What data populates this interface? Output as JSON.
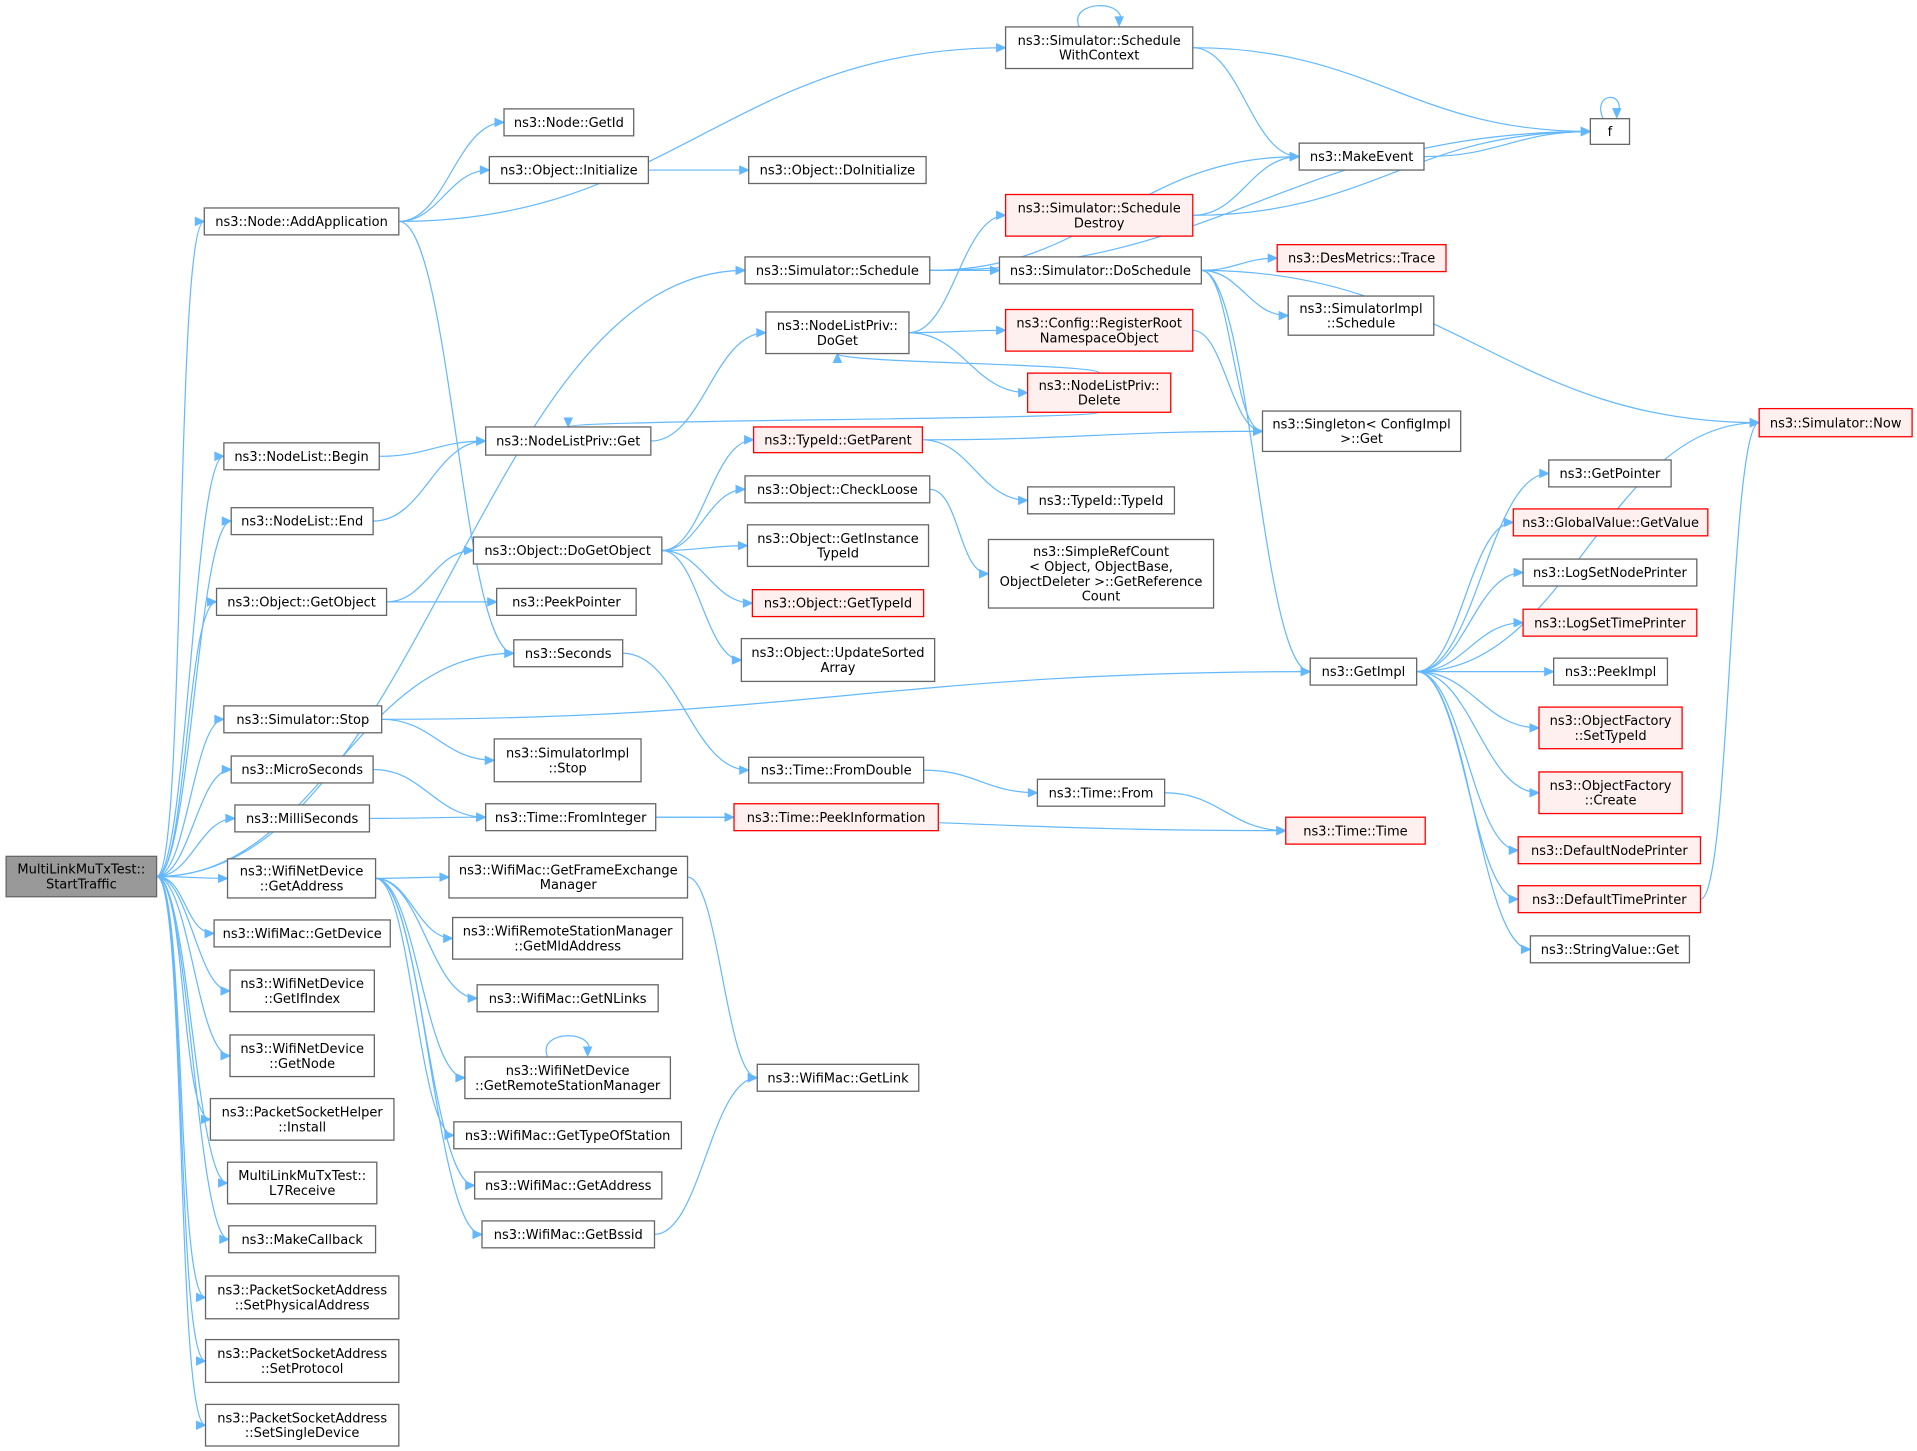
{
  "diagram": {
    "nodes": [
      {
        "id": "root",
        "lines": [
          "MultiLinkMuTxTest::",
          "StartTraffic"
        ],
        "style": "root"
      },
      {
        "id": "addapp",
        "lines": [
          "ns3::Node::AddApplication"
        ]
      },
      {
        "id": "getid",
        "lines": [
          "ns3::Node::GetId"
        ]
      },
      {
        "id": "objinit",
        "lines": [
          "ns3::Object::Initialize"
        ]
      },
      {
        "id": "objdoinit",
        "lines": [
          "ns3::Object::DoInitialize"
        ]
      },
      {
        "id": "schedctx",
        "lines": [
          "ns3::Simulator::Schedule",
          "WithContext"
        ]
      },
      {
        "id": "f",
        "lines": [
          "f"
        ]
      },
      {
        "id": "makeevent",
        "lines": [
          "ns3::MakeEvent"
        ]
      },
      {
        "id": "scheddestroy",
        "lines": [
          "ns3::Simulator::Schedule",
          "Destroy"
        ],
        "style": "red"
      },
      {
        "id": "schedule",
        "lines": [
          "ns3::Simulator::Schedule"
        ]
      },
      {
        "id": "doschedule",
        "lines": [
          "ns3::Simulator::DoSchedule"
        ]
      },
      {
        "id": "desmetrics",
        "lines": [
          "ns3::DesMetrics::Trace"
        ],
        "style": "red"
      },
      {
        "id": "simimplsched",
        "lines": [
          "ns3::SimulatorImpl",
          "::Schedule"
        ]
      },
      {
        "id": "nlpdoget",
        "lines": [
          "ns3::NodeListPriv::",
          "DoGet"
        ]
      },
      {
        "id": "cfgreg",
        "lines": [
          "ns3::Config::RegisterRoot",
          "NamespaceObject"
        ],
        "style": "red"
      },
      {
        "id": "nlpdelete",
        "lines": [
          "ns3::NodeListPriv::",
          "Delete"
        ],
        "style": "red"
      },
      {
        "id": "singleton",
        "lines": [
          "ns3::Singleton< ConfigImpl",
          ">::Get"
        ]
      },
      {
        "id": "simnow",
        "lines": [
          "ns3::Simulator::Now"
        ],
        "style": "red"
      },
      {
        "id": "nlbegin",
        "lines": [
          "ns3::NodeList::Begin"
        ]
      },
      {
        "id": "nlpget",
        "lines": [
          "ns3::NodeListPriv::Get"
        ]
      },
      {
        "id": "nlend",
        "lines": [
          "ns3::NodeList::End"
        ]
      },
      {
        "id": "typeidparent",
        "lines": [
          "ns3::TypeId::GetParent"
        ],
        "style": "red"
      },
      {
        "id": "typeidtypeid",
        "lines": [
          "ns3::TypeId::TypeId"
        ]
      },
      {
        "id": "checkloose",
        "lines": [
          "ns3::Object::CheckLoose"
        ]
      },
      {
        "id": "simplerefcount",
        "lines": [
          "ns3::SimpleRefCount",
          "< Object, ObjectBase,",
          "ObjectDeleter >::GetReference",
          "Count"
        ]
      },
      {
        "id": "dogetobject",
        "lines": [
          "ns3::Object::DoGetObject"
        ]
      },
      {
        "id": "getinsttype",
        "lines": [
          "ns3::Object::GetInstance",
          "TypeId"
        ]
      },
      {
        "id": "gettypeid",
        "lines": [
          "ns3::Object::GetTypeId"
        ],
        "style": "red"
      },
      {
        "id": "updatesorted",
        "lines": [
          "ns3::Object::UpdateSorted",
          "Array"
        ]
      },
      {
        "id": "getobject",
        "lines": [
          "ns3::Object::GetObject"
        ]
      },
      {
        "id": "peekpointer",
        "lines": [
          "ns3::PeekPointer"
        ]
      },
      {
        "id": "seconds",
        "lines": [
          "ns3::Seconds"
        ]
      },
      {
        "id": "getpointer",
        "lines": [
          "ns3::GetPointer"
        ]
      },
      {
        "id": "gvgetvalue",
        "lines": [
          "ns3::GlobalValue::GetValue"
        ],
        "style": "red"
      },
      {
        "id": "logsetnode",
        "lines": [
          "ns3::LogSetNodePrinter"
        ]
      },
      {
        "id": "logsettime",
        "lines": [
          "ns3::LogSetTimePrinter"
        ],
        "style": "red"
      },
      {
        "id": "getimpl",
        "lines": [
          "ns3::GetImpl"
        ]
      },
      {
        "id": "peekimpl",
        "lines": [
          "ns3::PeekImpl"
        ]
      },
      {
        "id": "ofsettypeid",
        "lines": [
          "ns3::ObjectFactory",
          "::SetTypeId"
        ],
        "style": "red"
      },
      {
        "id": "ofcreate",
        "lines": [
          "ns3::ObjectFactory",
          "::Create"
        ],
        "style": "red"
      },
      {
        "id": "defnodeprinter",
        "lines": [
          "ns3::DefaultNodePrinter"
        ],
        "style": "red"
      },
      {
        "id": "deftimeprinter",
        "lines": [
          "ns3::DefaultTimePrinter"
        ],
        "style": "red"
      },
      {
        "id": "strvalueget",
        "lines": [
          "ns3::StringValue::Get"
        ]
      },
      {
        "id": "simstop",
        "lines": [
          "ns3::Simulator::Stop"
        ]
      },
      {
        "id": "simimplstop",
        "lines": [
          "ns3::SimulatorImpl",
          "::Stop"
        ]
      },
      {
        "id": "fromdouble",
        "lines": [
          "ns3::Time::FromDouble"
        ]
      },
      {
        "id": "timefrom",
        "lines": [
          "ns3::Time::From"
        ]
      },
      {
        "id": "microseconds",
        "lines": [
          "ns3::MicroSeconds"
        ]
      },
      {
        "id": "milliseconds",
        "lines": [
          "ns3::MilliSeconds"
        ]
      },
      {
        "id": "frominteger",
        "lines": [
          "ns3::Time::FromInteger"
        ]
      },
      {
        "id": "peekinfo",
        "lines": [
          "ns3::Time::PeekInformation"
        ],
        "style": "red"
      },
      {
        "id": "timetime",
        "lines": [
          "ns3::Time::Time"
        ],
        "style": "red"
      },
      {
        "id": "wndgetaddr",
        "lines": [
          "ns3::WifiNetDevice",
          "::GetAddress"
        ]
      },
      {
        "id": "getfem",
        "lines": [
          "ns3::WifiMac::GetFrameExchange",
          "Manager"
        ]
      },
      {
        "id": "getmld",
        "lines": [
          "ns3::WifiRemoteStationManager",
          "::GetMldAddress"
        ]
      },
      {
        "id": "getnlinks",
        "lines": [
          "ns3::WifiMac::GetNLinks"
        ]
      },
      {
        "id": "getrsm",
        "lines": [
          "ns3::WifiNetDevice",
          "::GetRemoteStationManager"
        ]
      },
      {
        "id": "getlink",
        "lines": [
          "ns3::WifiMac::GetLink"
        ]
      },
      {
        "id": "gettos",
        "lines": [
          "ns3::WifiMac::GetTypeOfStation"
        ]
      },
      {
        "id": "macgetaddr",
        "lines": [
          "ns3::WifiMac::GetAddress"
        ]
      },
      {
        "id": "getbssid",
        "lines": [
          "ns3::WifiMac::GetBssid"
        ]
      },
      {
        "id": "macgetdevice",
        "lines": [
          "ns3::WifiMac::GetDevice"
        ]
      },
      {
        "id": "wndgetifindex",
        "lines": [
          "ns3::WifiNetDevice",
          "::GetIfIndex"
        ]
      },
      {
        "id": "wndgetnode",
        "lines": [
          "ns3::WifiNetDevice",
          "::GetNode"
        ]
      },
      {
        "id": "pshinstall",
        "lines": [
          "ns3::PacketSocketHelper",
          "::Install"
        ]
      },
      {
        "id": "l7receive",
        "lines": [
          "MultiLinkMuTxTest::",
          "L7Receive"
        ]
      },
      {
        "id": "makecallback",
        "lines": [
          "ns3::MakeCallback"
        ]
      },
      {
        "id": "psasetphys",
        "lines": [
          "ns3::PacketSocketAddress",
          "::SetPhysicalAddress"
        ]
      },
      {
        "id": "psasetproto",
        "lines": [
          "ns3::PacketSocketAddress",
          "::SetProtocol"
        ]
      },
      {
        "id": "psasetsingle",
        "lines": [
          "ns3::PacketSocketAddress",
          "::SetSingleDevice"
        ]
      }
    ],
    "edges": [
      [
        "root",
        "addapp"
      ],
      [
        "root",
        "schedule"
      ],
      [
        "root",
        "nlbegin"
      ],
      [
        "root",
        "nlend"
      ],
      [
        "root",
        "getobject"
      ],
      [
        "root",
        "seconds"
      ],
      [
        "root",
        "simstop"
      ],
      [
        "root",
        "microseconds"
      ],
      [
        "root",
        "milliseconds"
      ],
      [
        "root",
        "wndgetaddr"
      ],
      [
        "root",
        "macgetdevice"
      ],
      [
        "root",
        "wndgetifindex"
      ],
      [
        "root",
        "wndgetnode"
      ],
      [
        "root",
        "pshinstall"
      ],
      [
        "root",
        "l7receive"
      ],
      [
        "root",
        "makecallback"
      ],
      [
        "root",
        "psasetphys"
      ],
      [
        "root",
        "psasetproto"
      ],
      [
        "root",
        "psasetsingle"
      ],
      [
        "addapp",
        "getid"
      ],
      [
        "addapp",
        "objinit"
      ],
      [
        "addapp",
        "schedctx"
      ],
      [
        "addapp",
        "seconds"
      ],
      [
        "objinit",
        "objdoinit"
      ],
      [
        "schedctx",
        "schedctx"
      ],
      [
        "schedctx",
        "f"
      ],
      [
        "schedctx",
        "makeevent"
      ],
      [
        "f",
        "f"
      ],
      [
        "makeevent",
        "f"
      ],
      [
        "scheddestroy",
        "f"
      ],
      [
        "scheddestroy",
        "makeevent"
      ],
      [
        "schedule",
        "f"
      ],
      [
        "schedule",
        "makeevent"
      ],
      [
        "schedule",
        "doschedule"
      ],
      [
        "doschedule",
        "desmetrics"
      ],
      [
        "doschedule",
        "simimplsched"
      ],
      [
        "doschedule",
        "singleton"
      ],
      [
        "doschedule",
        "simnow"
      ],
      [
        "doschedule",
        "getimpl"
      ],
      [
        "nlpdoget",
        "scheddestroy"
      ],
      [
        "nlpdoget",
        "cfgreg"
      ],
      [
        "nlpdoget",
        "nlpdelete"
      ],
      [
        "cfgreg",
        "singleton"
      ],
      [
        "nlpdelete",
        "nlpdoget"
      ],
      [
        "nlpdelete",
        "nlpget"
      ],
      [
        "nlbegin",
        "nlpget"
      ],
      [
        "nlend",
        "nlpget"
      ],
      [
        "nlpget",
        "nlpdoget"
      ],
      [
        "getobject",
        "dogetobject"
      ],
      [
        "getobject",
        "peekpointer"
      ],
      [
        "dogetobject",
        "typeidparent"
      ],
      [
        "dogetobject",
        "checkloose"
      ],
      [
        "dogetobject",
        "getinsttype"
      ],
      [
        "dogetobject",
        "gettypeid"
      ],
      [
        "dogetobject",
        "updatesorted"
      ],
      [
        "typeidparent",
        "singleton"
      ],
      [
        "typeidparent",
        "typeidtypeid"
      ],
      [
        "checkloose",
        "simplerefcount"
      ],
      [
        "seconds",
        "fromdouble"
      ],
      [
        "fromdouble",
        "timefrom"
      ],
      [
        "timefrom",
        "timetime"
      ],
      [
        "simstop",
        "getimpl"
      ],
      [
        "simstop",
        "simimplstop"
      ],
      [
        "getimpl",
        "simnow"
      ],
      [
        "getimpl",
        "getpointer"
      ],
      [
        "getimpl",
        "gvgetvalue"
      ],
      [
        "getimpl",
        "logsetnode"
      ],
      [
        "getimpl",
        "logsettime"
      ],
      [
        "getimpl",
        "peekimpl"
      ],
      [
        "getimpl",
        "ofsettypeid"
      ],
      [
        "getimpl",
        "ofcreate"
      ],
      [
        "getimpl",
        "defnodeprinter"
      ],
      [
        "getimpl",
        "deftimeprinter"
      ],
      [
        "getimpl",
        "strvalueget"
      ],
      [
        "deftimeprinter",
        "simnow"
      ],
      [
        "microseconds",
        "frominteger"
      ],
      [
        "milliseconds",
        "frominteger"
      ],
      [
        "frominteger",
        "peekinfo"
      ],
      [
        "frominteger",
        "timetime"
      ],
      [
        "wndgetaddr",
        "getfem"
      ],
      [
        "wndgetaddr",
        "getmld"
      ],
      [
        "wndgetaddr",
        "getnlinks"
      ],
      [
        "wndgetaddr",
        "getrsm"
      ],
      [
        "wndgetaddr",
        "gettos"
      ],
      [
        "wndgetaddr",
        "macgetaddr"
      ],
      [
        "wndgetaddr",
        "getbssid"
      ],
      [
        "getrsm",
        "getrsm"
      ],
      [
        "getfem",
        "getlink"
      ],
      [
        "getbssid",
        "getlink"
      ]
    ]
  }
}
